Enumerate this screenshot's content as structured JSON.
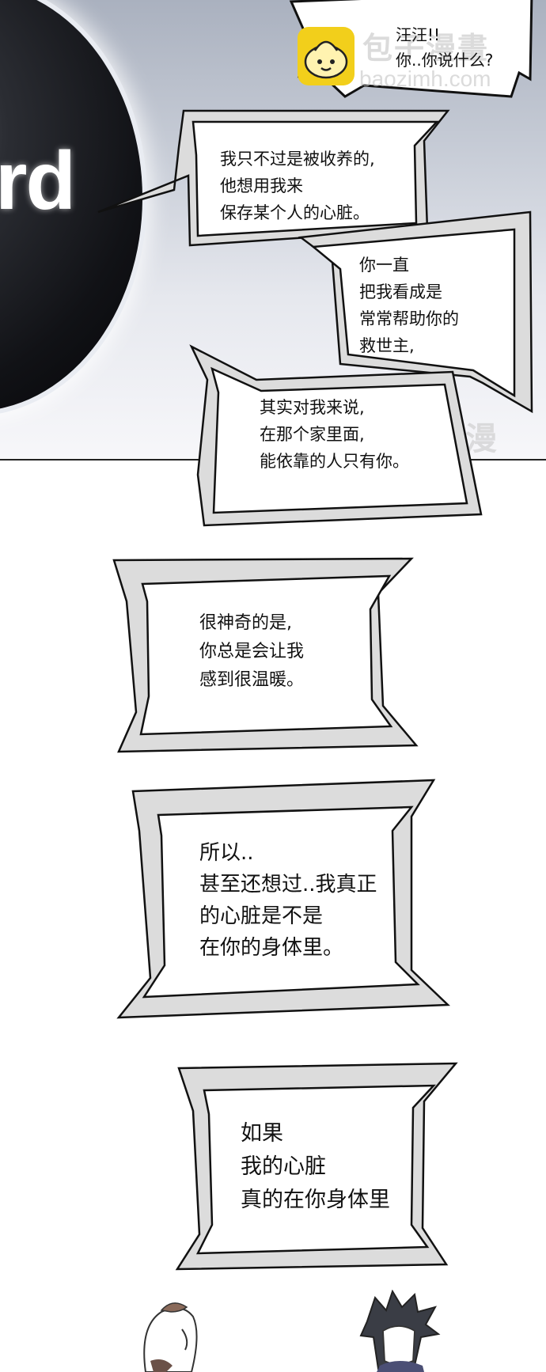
{
  "top_panel": {
    "orb_label": "rd",
    "shout_text": "汪汪!!\n你..你说什么?",
    "watermark_title": "包子漫畫",
    "watermark_url": "baozimh.com",
    "watermark_corner": "咚漫"
  },
  "bubbles": [
    {
      "text": "我只不过是被收养的,\n他想用我来\n保存某个人的心脏。"
    },
    {
      "text": "你一直\n把我看成是\n常常帮助你的\n救世主,"
    },
    {
      "text": "其实对我来说,\n在那个家里面,\n能依靠的人只有你。"
    },
    {
      "text": "很神奇的是,\n你总是会让我\n感到很温暖。"
    },
    {
      "text": "所以..\n甚至还想过..我真正\n的心脏是不是\n在你的身体里。"
    },
    {
      "text": "如果\n我的心脏\n真的在你身体里"
    }
  ],
  "colors": {
    "sky_top": "#aab1bf",
    "orb_dark": "#111216",
    "badge_yellow": "#f2cf1b",
    "frame_gray": "#dcdcdc"
  }
}
